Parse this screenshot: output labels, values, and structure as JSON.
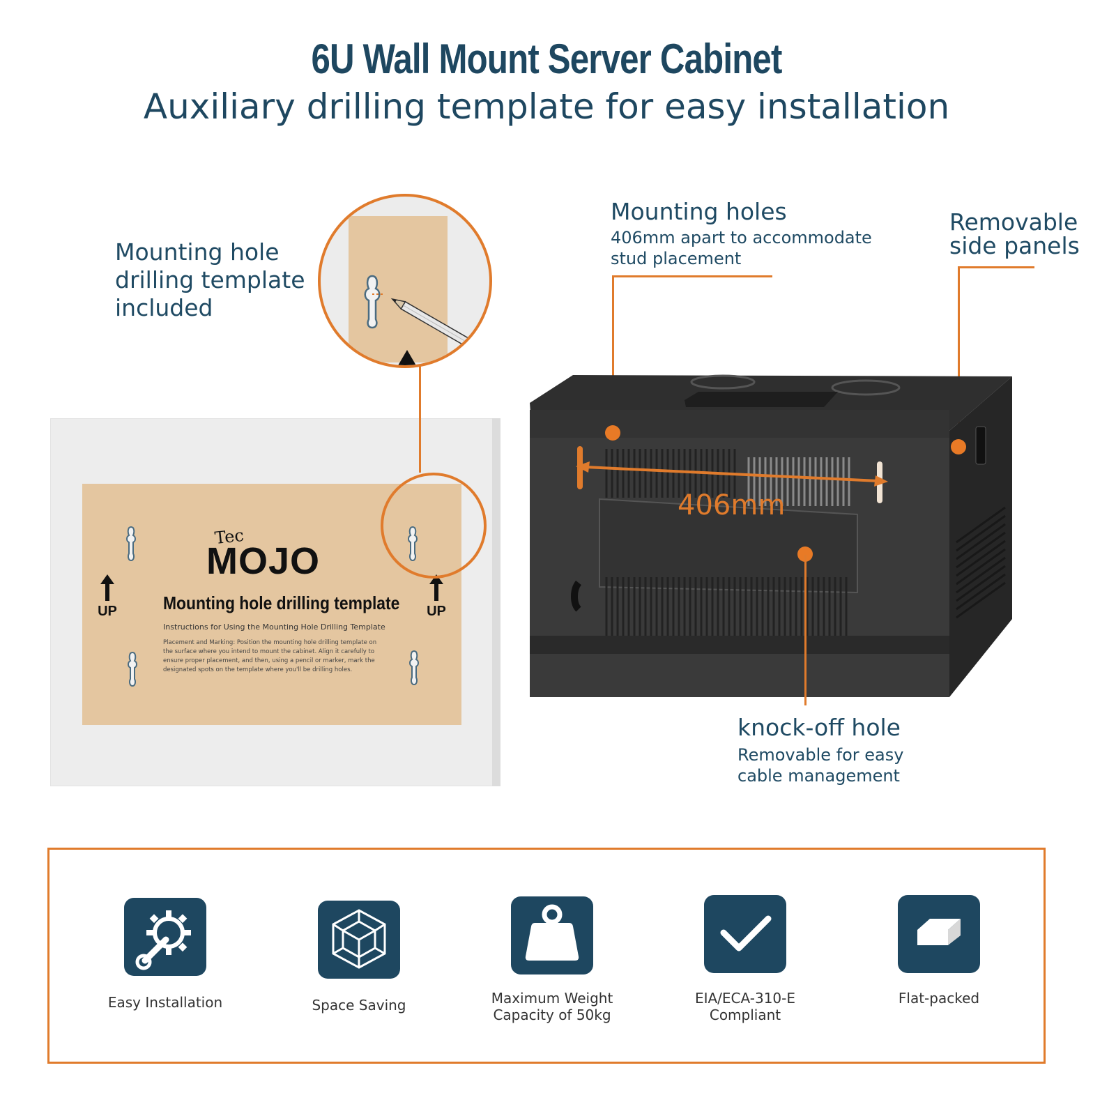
{
  "header": {
    "title": "6U Wall Mount Server Cabinet",
    "subtitle": "Auxiliary drilling template for easy installation"
  },
  "callouts": {
    "template_included": [
      "Mounting hole",
      "drilling template",
      "included"
    ],
    "mounting_holes": {
      "title": "Mounting holes",
      "detail": [
        "406mm apart to accommodate",
        "stud placement"
      ]
    },
    "side_panels": [
      "Removable",
      "side panels"
    ],
    "knockoff": {
      "title": "knock-off hole",
      "detail": [
        "Removable for easy",
        "cable management"
      ]
    },
    "dimension": "406mm"
  },
  "template": {
    "brand_small": "Tec",
    "brand_large": "MOJO",
    "heading": "Mounting hole drilling template",
    "instructions_title": "Instructions for Using the Mounting Hole Drilling Template",
    "body_lines": [
      "Placement and Marking: Position the mounting hole drilling template on",
      "the surface where you intend to mount the cabinet. Align it carefully to",
      "ensure proper placement, and then, using a pencil or marker, mark the",
      "designated spots on the template where you'll be drilling holes."
    ],
    "up_label": "UP"
  },
  "features": [
    {
      "icon": "gear-wrench-icon",
      "lines": [
        "Easy Installation"
      ]
    },
    {
      "icon": "cube-icon",
      "lines": [
        "Space Saving"
      ]
    },
    {
      "icon": "weight-icon",
      "lines": [
        "Maximum Weight",
        "Capacity of 50kg"
      ]
    },
    {
      "icon": "checkmark-icon",
      "lines": [
        "EIA/ECA-310-E",
        "Compliant"
      ]
    },
    {
      "icon": "flat-box-icon",
      "lines": [
        "Flat-packed"
      ]
    }
  ],
  "colors": {
    "accent": "#e07b2c",
    "navy": "#1e4760",
    "template_tan": "#e4c6a0"
  }
}
